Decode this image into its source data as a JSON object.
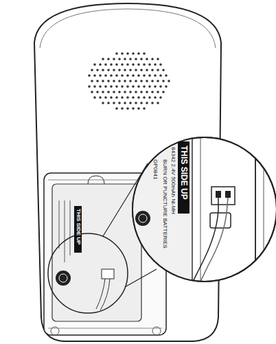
{
  "diagram": {
    "labels": [
      "THIS SIDE UP",
      "THIS SIDE UP",
      "84342 2.4V 500mAh Ni-MH",
      "BURN OR PUNCTURE BATTERIES",
      "GP0841"
    ]
  }
}
